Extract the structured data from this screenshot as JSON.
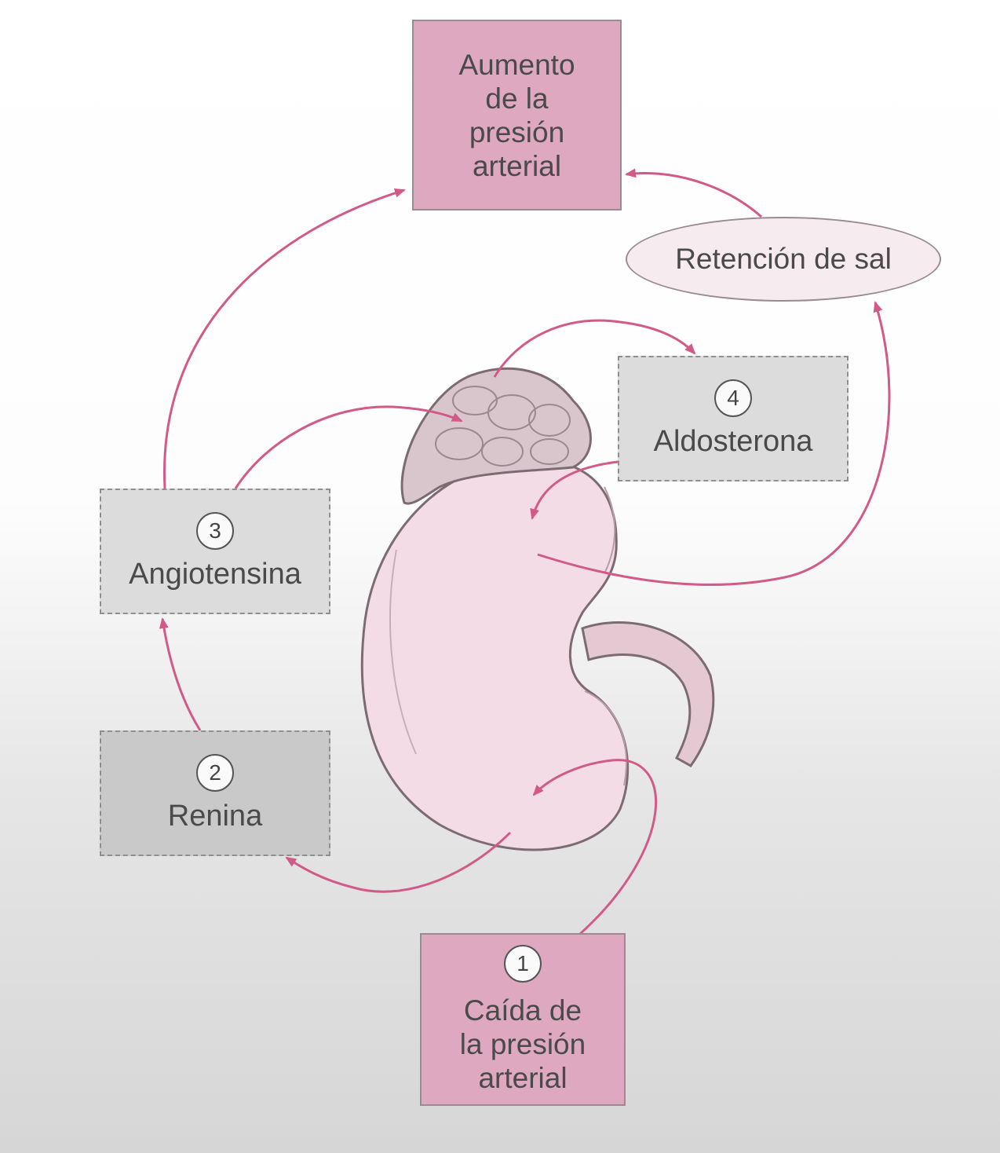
{
  "colors": {
    "arrow": "#d25a88",
    "pink_box": "#dea9c0",
    "gray_box": "#dcdcdc",
    "gray_box_dark": "#c9c9c9",
    "kidney_fill": "#f3dce5",
    "adrenal_fill": "#d9c6cc"
  },
  "boxes": {
    "aumento": {
      "text": "Aumento\nde la\npresión\narterial"
    },
    "caida": {
      "number": "1",
      "text": "Caída de\nla presión\narterial"
    },
    "renina": {
      "number": "2",
      "label": "Renina"
    },
    "angiotensina": {
      "number": "3",
      "label": "Angiotensina"
    },
    "aldosterona": {
      "number": "4",
      "label": "Aldosterona"
    },
    "retencion": {
      "label": "Retención de sal"
    }
  },
  "icons": {
    "kidney": "kidney-icon",
    "adrenal_gland": "adrenal-gland-icon"
  }
}
